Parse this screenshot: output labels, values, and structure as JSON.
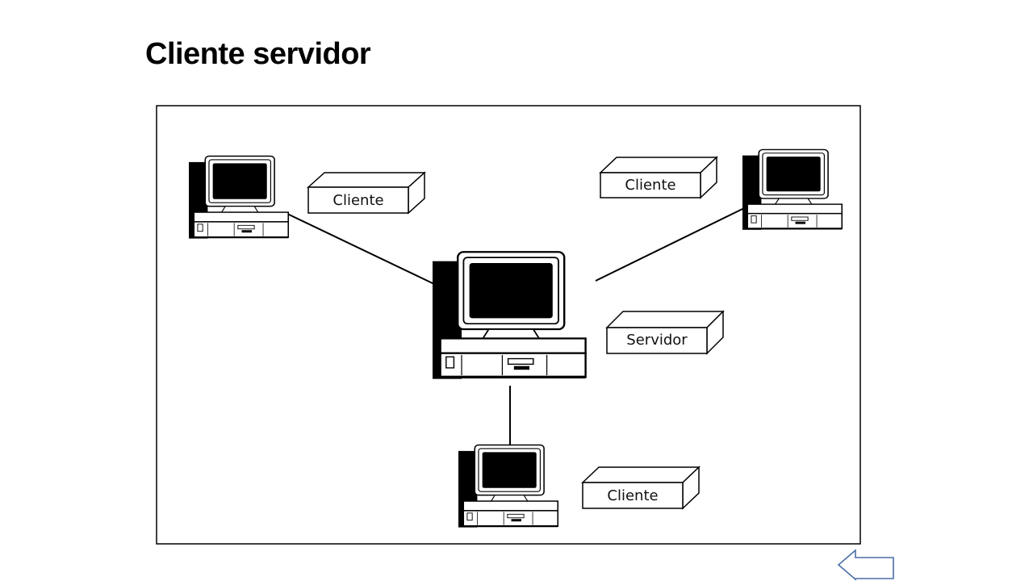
{
  "slide": {
    "title": "Cliente servidor"
  },
  "diagram": {
    "nodes": [
      {
        "id": "client-top-left",
        "label": "Cliente"
      },
      {
        "id": "client-top-right",
        "label": "Cliente"
      },
      {
        "id": "server",
        "label": "Servidor"
      },
      {
        "id": "client-bottom",
        "label": "Cliente"
      }
    ],
    "edges": [
      {
        "from": "client-top-left",
        "to": "server"
      },
      {
        "from": "client-top-right",
        "to": "server"
      },
      {
        "from": "server",
        "to": "client-bottom"
      }
    ]
  },
  "navigation": {
    "back_icon": "left-arrow-icon"
  },
  "colors": {
    "ink": "#000000",
    "paper": "#ffffff"
  }
}
